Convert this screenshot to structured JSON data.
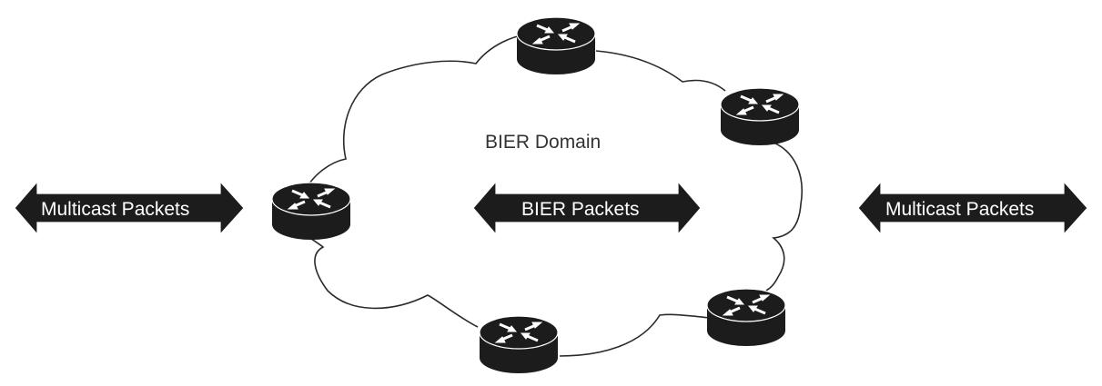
{
  "diagram": {
    "title": "BIER Domain",
    "domain_label": "BIER Domain",
    "colors": {
      "foreground": "#1c1c1c",
      "background": "#ffffff",
      "cloud_stroke": "#2a2a2a",
      "label_text": "#333333",
      "arrow_text": "#ffffff"
    },
    "arrows": [
      {
        "id": "left-multicast",
        "label": "Multicast Packets",
        "direction": "bidirectional"
      },
      {
        "id": "center-bier",
        "label": "BIER Packets",
        "direction": "bidirectional"
      },
      {
        "id": "right-multicast",
        "label": "Multicast Packets",
        "direction": "bidirectional"
      }
    ],
    "routers": [
      {
        "id": "router-top",
        "icon": "router-icon",
        "role": "BIER router"
      },
      {
        "id": "router-top-right",
        "icon": "router-icon",
        "role": "BIER router"
      },
      {
        "id": "router-left-edge",
        "icon": "router-icon",
        "role": "BIER edge router"
      },
      {
        "id": "router-bottom",
        "icon": "router-icon",
        "role": "BIER router"
      },
      {
        "id": "router-bottom-right",
        "icon": "router-icon",
        "role": "BIER router"
      }
    ]
  }
}
